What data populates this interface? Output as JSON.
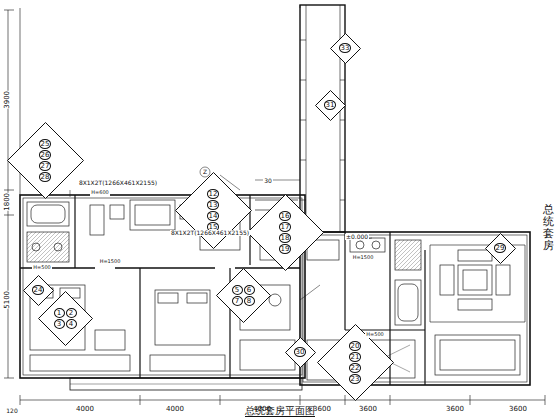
{
  "diagram": {
    "caption": "总统套房平面图",
    "nodes": [
      {
        "text": [
          "33"
        ]
      },
      {
        "text": [
          "31"
        ]
      },
      {
        "text": [
          "25",
          "26",
          "27",
          "28"
        ]
      },
      {
        "text": [
          "12",
          "13",
          "14",
          "15"
        ]
      },
      {
        "text": [
          "16",
          "17",
          "18",
          "19"
        ]
      },
      {
        "text": [
          "1",
          "2",
          "3",
          "4"
        ]
      },
      {
        "text": [
          "5",
          "6",
          "7",
          "8"
        ]
      },
      {
        "text": [
          "24"
        ]
      },
      {
        "text": [
          "30"
        ]
      },
      {
        "text": [
          "20",
          "21",
          "22",
          "23"
        ]
      },
      {
        "text": [
          "29"
        ]
      }
    ],
    "labels": [
      "总统套房",
      "4000",
      "4000",
      "4000",
      "3600",
      "3600",
      "3600",
      "3600",
      "3900",
      "1800",
      "5100",
      "120",
      "8X1X2T(1266X461X2155)",
      "8X1X2T(1266X461X2155)",
      "Z",
      "±0.000",
      "H=600",
      "H=1500",
      "H=500",
      "H=1500",
      "H=500",
      "30"
    ]
  }
}
